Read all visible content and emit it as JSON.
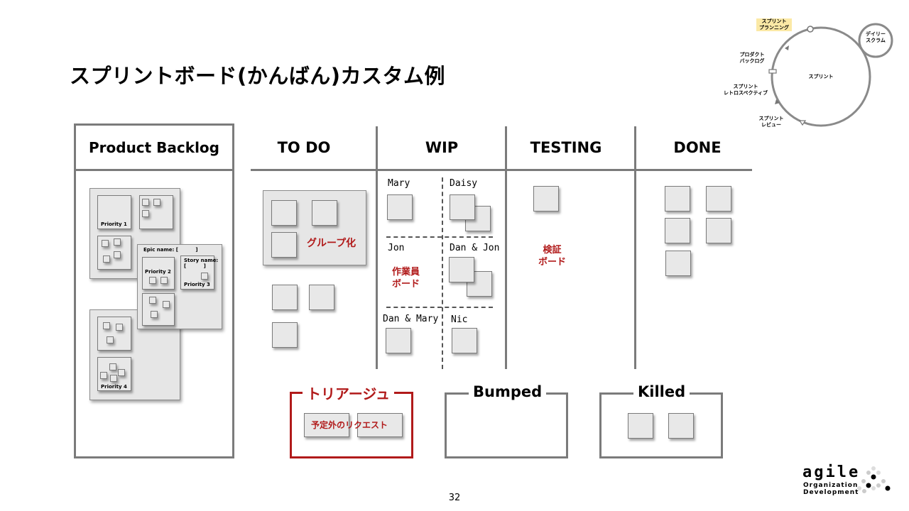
{
  "slide": {
    "title": "スプリントボード(かんばん)カスタム例",
    "page_number": "32"
  },
  "backlog": {
    "title": "Product Backlog",
    "priority_1": "Priority 1",
    "priority_2": "Priority 2",
    "priority_3": "Priority 3",
    "priority_4": "Priority 4",
    "epic_name": "Epic name: [          ]",
    "story_name": "Story name:",
    "story_bracket": "[          ]"
  },
  "board": {
    "columns": [
      "TO DO",
      "WIP",
      "TESTING",
      "DONE"
    ],
    "todo_group_label": "グループ化",
    "wip_people": [
      "Mary",
      "Daisy",
      "Jon",
      "Dan & Jon",
      "Dan & Mary",
      "Nic"
    ],
    "wip_worker_board": "作業員\nボード",
    "testing_board": "検証\nボード"
  },
  "bottom": {
    "triage_title": "トリアージュ",
    "triage_card": "予定外のリクエスト",
    "bumped_title": "Bumped",
    "killed_title": "Killed"
  },
  "cycle": {
    "planning": "スプリント\nプランニング",
    "daily": "デイリー\nスクラム",
    "backlog": "プロダクト\nバックログ",
    "sprint": "スプリント",
    "retro": "スプリント\nレトロスペクティブ",
    "review": "スプリント\nレビュー"
  },
  "logo": {
    "name": "agile",
    "line1": "Organization",
    "line2": "Development"
  },
  "colors": {
    "frame_gray": "#7b7b7b",
    "accent_red": "#b11a1a",
    "sticky_fill": "#e8e8e8",
    "planning_highlight": "#fbe9a6"
  }
}
